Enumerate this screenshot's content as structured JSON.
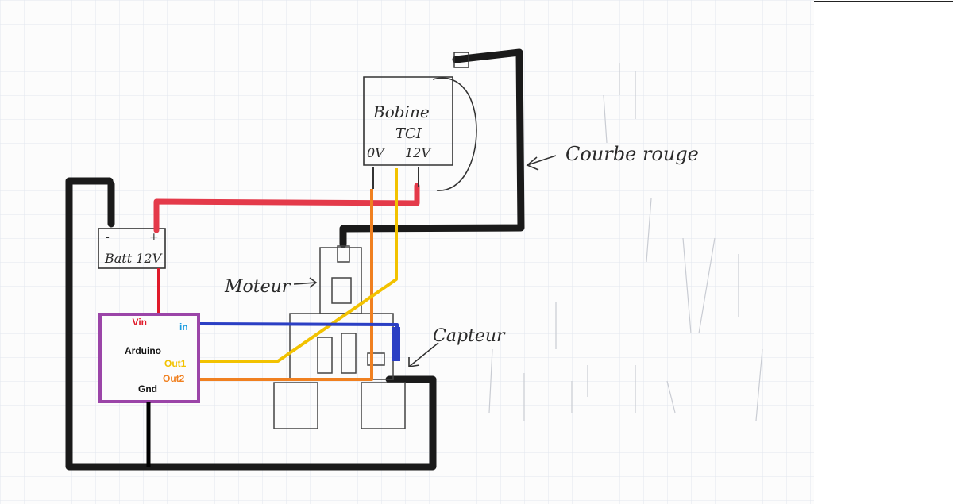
{
  "coil": {
    "name": "Bobine",
    "model": "TCI",
    "pin_0v": "0V",
    "pin_12v": "12V"
  },
  "battery": {
    "label": "Batt 12V",
    "minus": "-",
    "plus": "+"
  },
  "motor_label": "Moteur",
  "sensor_label": "Capteur",
  "wire_label": "Courbe rouge",
  "arduino": {
    "title": "Arduino",
    "vin": "Vin",
    "in": "in",
    "out1": "Out1",
    "out2": "Out2",
    "gnd": "Gnd"
  },
  "colors": {
    "ground_wire": "#1a1a1a",
    "plus12_wire": "#e43a4a",
    "vin_wire": "#e01a2a",
    "in_wire": "#2b3fc4",
    "out1_wire": "#f2c200",
    "out2_wire": "#f08020",
    "gnd_wire": "#000000",
    "arduino_box": "#9b45a8",
    "grid": "#dfe4ec"
  }
}
